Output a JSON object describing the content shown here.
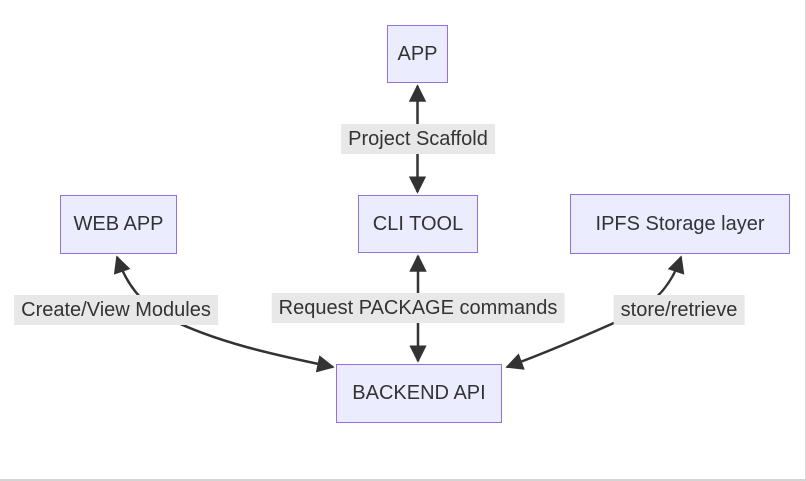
{
  "diagram": {
    "type": "flowchart",
    "nodes": [
      {
        "id": "app",
        "label": "APP"
      },
      {
        "id": "web-app",
        "label": "WEB APP"
      },
      {
        "id": "cli-tool",
        "label": "CLI TOOL"
      },
      {
        "id": "ipfs",
        "label": "IPFS Storage layer"
      },
      {
        "id": "backend-api",
        "label": "BACKEND API"
      }
    ],
    "edges": [
      {
        "from": "APP",
        "to": "CLI TOOL",
        "label": "Project Scaffold",
        "bidirectional": true
      },
      {
        "from": "CLI TOOL",
        "to": "BACKEND API",
        "label": "Request PACKAGE commands",
        "bidirectional": true
      },
      {
        "from": "WEB APP",
        "to": "BACKEND API",
        "label": "Create/View Modules",
        "bidirectional": true
      },
      {
        "from": "IPFS Storage layer",
        "to": "BACKEND API",
        "label": "store/retrieve",
        "bidirectional": true
      }
    ],
    "colors": {
      "node_fill": "#ECECFF",
      "node_border": "#9370DB",
      "edge": "#333333",
      "label_bg": "#e8e8e8",
      "text": "#333333"
    }
  }
}
